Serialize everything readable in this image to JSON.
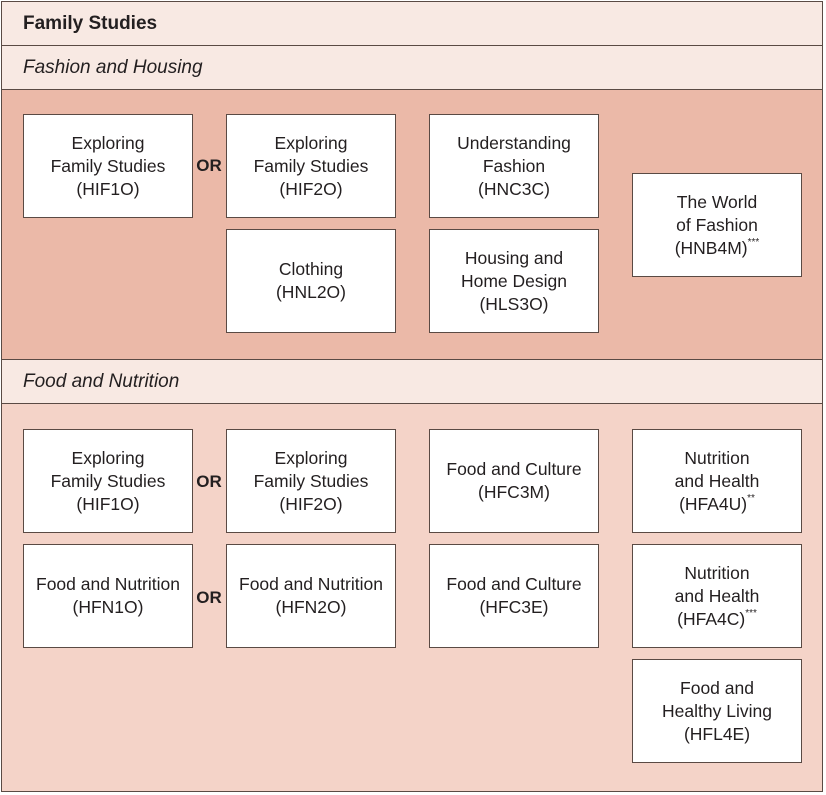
{
  "title": "Family Studies",
  "sections": [
    {
      "heading": "Fashion and Housing",
      "or_label": "OR",
      "boxes": [
        {
          "lines": [
            "Exploring",
            "Family Studies",
            "(HIF1O)"
          ]
        },
        {
          "lines": [
            "Exploring",
            "Family Studies",
            "(HIF2O)"
          ]
        },
        {
          "lines": [
            "Understanding",
            "Fashion",
            "(HNC3C)"
          ]
        },
        {
          "lines": [
            "The World",
            "of Fashion",
            "(HNB4M)"
          ],
          "sup": "***"
        },
        {
          "lines": [
            "Clothing",
            "(HNL2O)"
          ]
        },
        {
          "lines": [
            "Housing and",
            "Home Design",
            "(HLS3O)"
          ]
        }
      ]
    },
    {
      "heading": "Food and Nutrition",
      "or_label": "OR",
      "boxes": [
        {
          "lines": [
            "Exploring",
            "Family Studies",
            "(HIF1O)"
          ]
        },
        {
          "lines": [
            "Exploring",
            "Family Studies",
            "(HIF2O)"
          ]
        },
        {
          "lines": [
            "Food and Culture",
            "(HFC3M)"
          ]
        },
        {
          "lines": [
            "Nutrition",
            "and Health",
            "(HFA4U)"
          ],
          "sup": "**"
        },
        {
          "lines": [
            "Food and Nutrition",
            "(HFN1O)"
          ]
        },
        {
          "lines": [
            "Food and Nutrition",
            "(HFN2O)"
          ]
        },
        {
          "lines": [
            "Food and Culture",
            "(HFC3E)"
          ]
        },
        {
          "lines": [
            "Nutrition",
            "and Health",
            "(HFA4C)"
          ],
          "sup": "***"
        },
        {
          "lines": [
            "Food and",
            "Healthy Living",
            "(HFL4E)"
          ]
        }
      ]
    }
  ],
  "colors": {
    "header_band": "#f8e9e3",
    "fashion_section": "#ebb9a8",
    "food_section": "#f4d3c8",
    "box": "#ffffff",
    "border": "#5a4a44"
  }
}
